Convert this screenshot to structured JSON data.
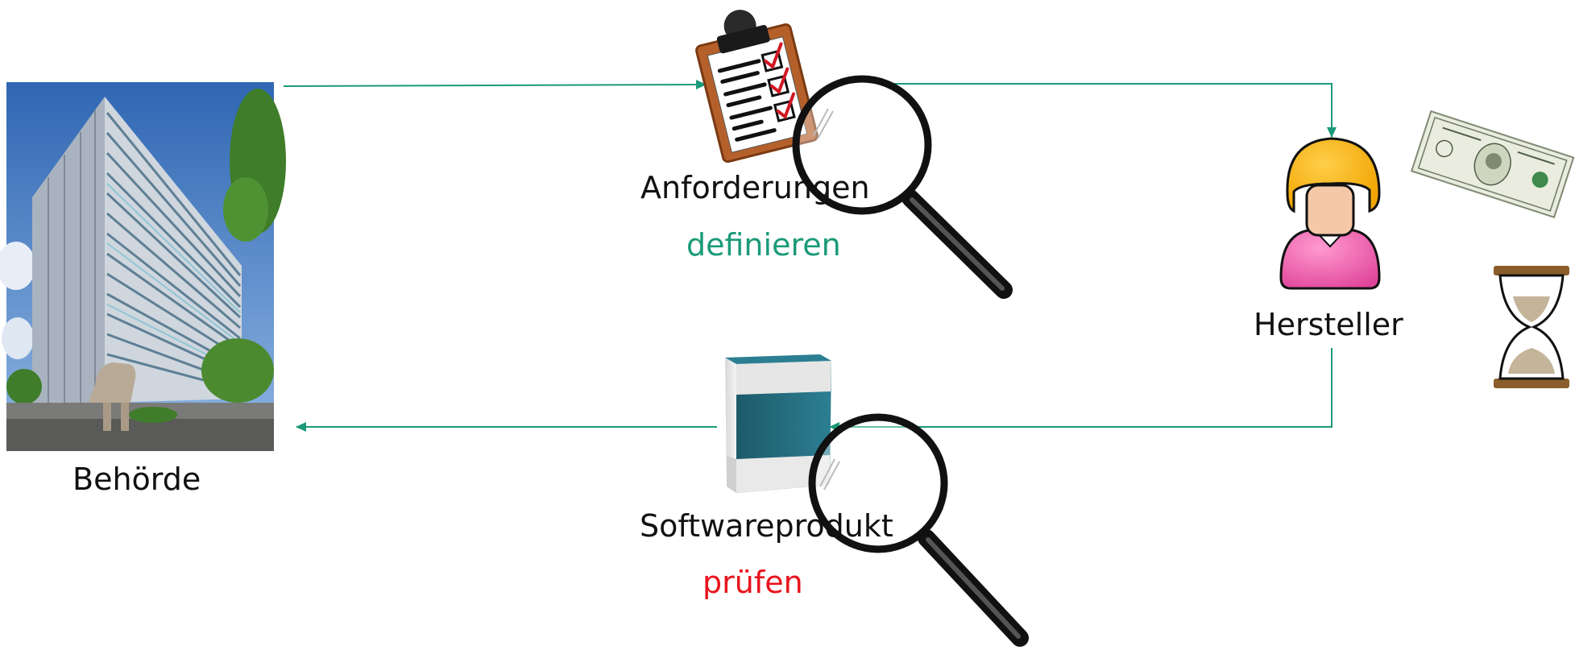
{
  "labels": {
    "behoerde": "Behörde",
    "anforderungen": "Anforderungen",
    "definieren": "definieren",
    "hersteller": "Hersteller",
    "softwareprodukt": "Softwareprodukt",
    "pruefen": "prüfen"
  },
  "colors": {
    "arrow": "#1a9a78",
    "definieren": "#1a9a78",
    "pruefen": "#e8141c",
    "text": "#111111"
  },
  "icons": [
    "building-photo",
    "clipboard-checklist-icon",
    "magnifier-icon",
    "person-icon",
    "dollar-bill-icon",
    "hourglass-icon",
    "software-box-icon"
  ]
}
